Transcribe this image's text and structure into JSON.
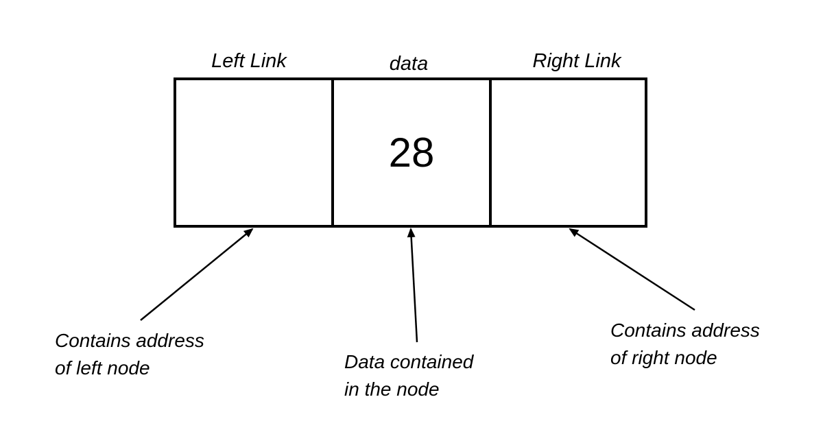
{
  "headers": {
    "left_link": "Left Link",
    "data": "data",
    "right_link": "Right Link"
  },
  "node": {
    "value": "28"
  },
  "annotations": {
    "left": [
      "Contains address",
      "of left node"
    ],
    "data": [
      "Data contained",
      "in the node"
    ],
    "right": [
      "Contains address",
      "of right node"
    ]
  },
  "colors": {
    "stroke": "#000000",
    "background": "#ffffff"
  }
}
